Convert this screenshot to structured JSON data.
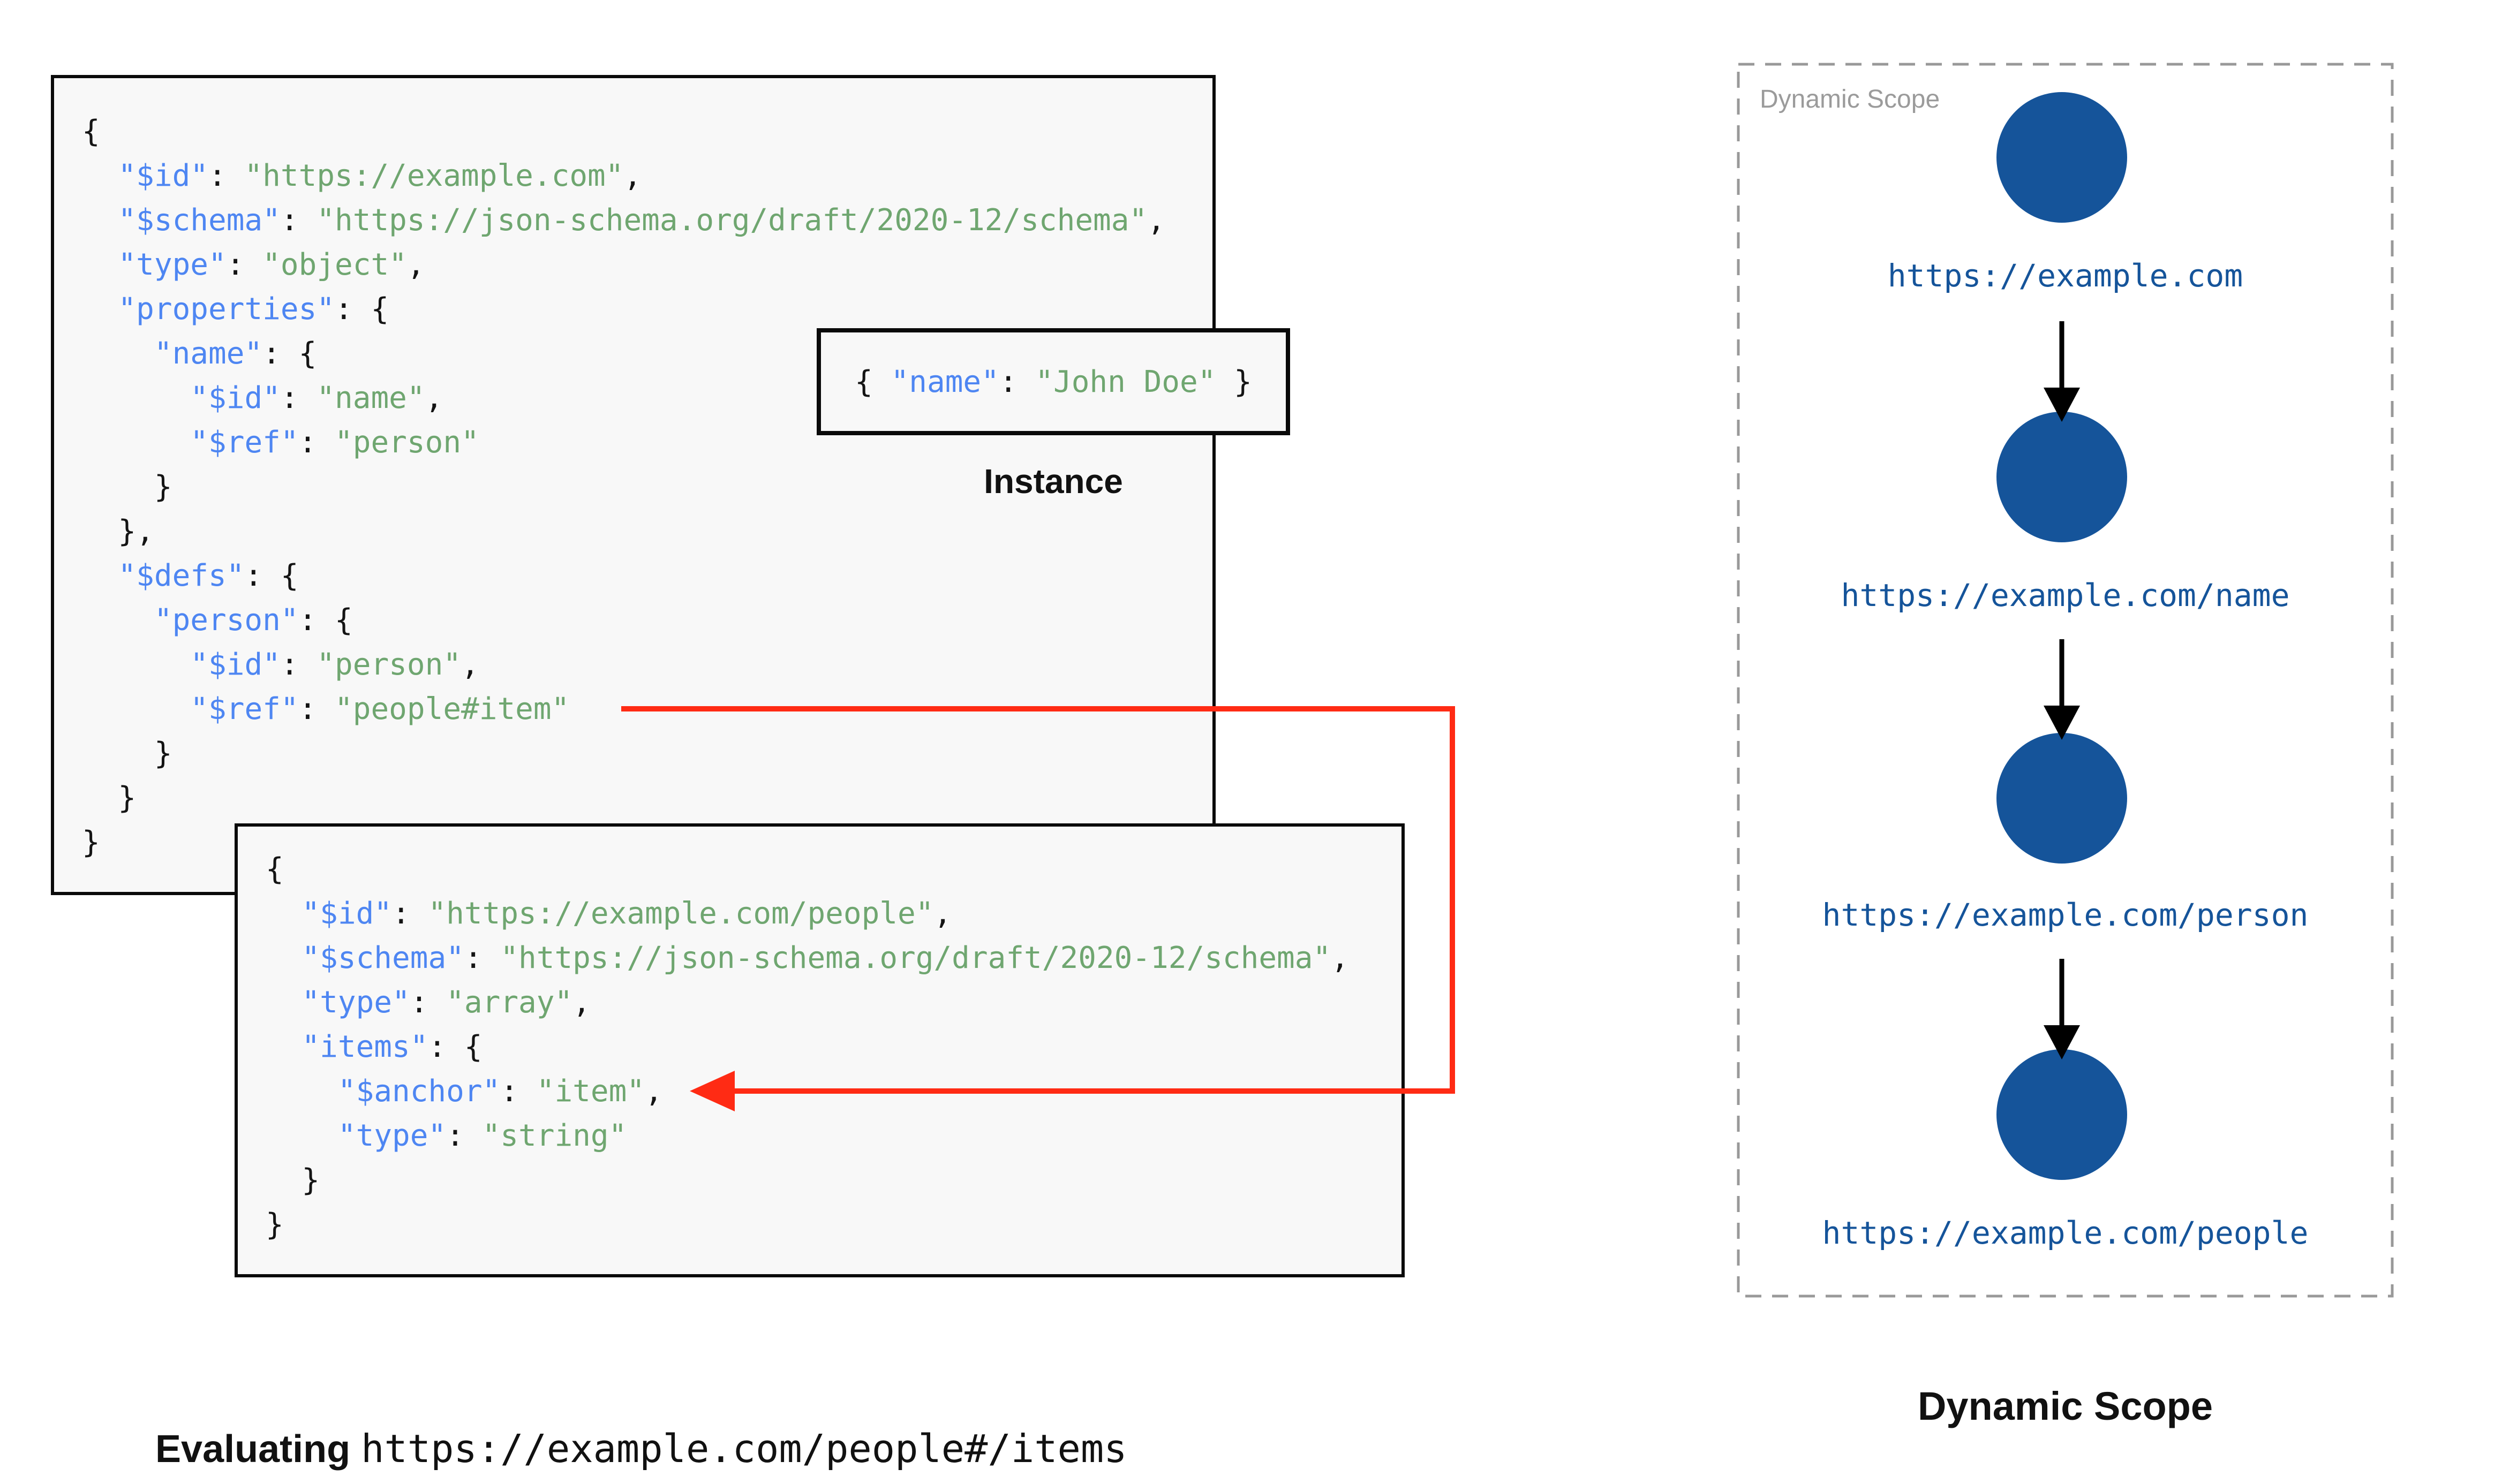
{
  "colors": {
    "box_bg": "#f8f8f8",
    "border": "#0a0a0a",
    "key": "#4e86f2",
    "string": "#6fa670",
    "punct": "#141414",
    "url": "#15549a",
    "circle": "#15549a",
    "red": "#ff2b14",
    "muted": "#9b9b9b"
  },
  "schema_box": {
    "lines": [
      [
        [
          "p",
          "{"
        ]
      ],
      [
        [
          "p",
          "  "
        ],
        [
          "k",
          "\"$id\""
        ],
        [
          "p",
          ": "
        ],
        [
          "s",
          "\"https://example.com\""
        ],
        [
          "p",
          ","
        ]
      ],
      [
        [
          "p",
          "  "
        ],
        [
          "k",
          "\"$schema\""
        ],
        [
          "p",
          ": "
        ],
        [
          "s",
          "\"https://json-schema.org/draft/2020-12/schema\""
        ],
        [
          "p",
          ","
        ]
      ],
      [
        [
          "p",
          "  "
        ],
        [
          "k",
          "\"type\""
        ],
        [
          "p",
          ": "
        ],
        [
          "s",
          "\"object\""
        ],
        [
          "p",
          ","
        ]
      ],
      [
        [
          "p",
          "  "
        ],
        [
          "k",
          "\"properties\""
        ],
        [
          "p",
          ": {"
        ]
      ],
      [
        [
          "p",
          "    "
        ],
        [
          "k",
          "\"name\""
        ],
        [
          "p",
          ": {"
        ]
      ],
      [
        [
          "p",
          "      "
        ],
        [
          "k",
          "\"$id\""
        ],
        [
          "p",
          ": "
        ],
        [
          "s",
          "\"name\""
        ],
        [
          "p",
          ","
        ]
      ],
      [
        [
          "p",
          "      "
        ],
        [
          "k",
          "\"$ref\""
        ],
        [
          "p",
          ": "
        ],
        [
          "s",
          "\"person\""
        ]
      ],
      [
        [
          "p",
          "    }"
        ]
      ],
      [
        [
          "p",
          "  },"
        ]
      ],
      [
        [
          "p",
          "  "
        ],
        [
          "k",
          "\"$defs\""
        ],
        [
          "p",
          ": {"
        ]
      ],
      [
        [
          "p",
          "    "
        ],
        [
          "k",
          "\"person\""
        ],
        [
          "p",
          ": {"
        ]
      ],
      [
        [
          "p",
          "      "
        ],
        [
          "k",
          "\"$id\""
        ],
        [
          "p",
          ": "
        ],
        [
          "s",
          "\"person\""
        ],
        [
          "p",
          ","
        ]
      ],
      [
        [
          "p",
          "      "
        ],
        [
          "k",
          "\"$ref\""
        ],
        [
          "p",
          ": "
        ],
        [
          "s",
          "\"people#item\""
        ]
      ],
      [
        [
          "p",
          "    }"
        ]
      ],
      [
        [
          "p",
          "  }"
        ]
      ],
      [
        [
          "p",
          "}"
        ]
      ]
    ]
  },
  "people_box": {
    "lines": [
      [
        [
          "p",
          "{"
        ]
      ],
      [
        [
          "p",
          "  "
        ],
        [
          "k",
          "\"$id\""
        ],
        [
          "p",
          ": "
        ],
        [
          "s",
          "\"https://example.com/people\""
        ],
        [
          "p",
          ","
        ]
      ],
      [
        [
          "p",
          "  "
        ],
        [
          "k",
          "\"$schema\""
        ],
        [
          "p",
          ": "
        ],
        [
          "s",
          "\"https://json-schema.org/draft/2020-12/schema\""
        ],
        [
          "p",
          ","
        ]
      ],
      [
        [
          "p",
          "  "
        ],
        [
          "k",
          "\"type\""
        ],
        [
          "p",
          ": "
        ],
        [
          "s",
          "\"array\""
        ],
        [
          "p",
          ","
        ]
      ],
      [
        [
          "p",
          "  "
        ],
        [
          "k",
          "\"items\""
        ],
        [
          "p",
          ": {"
        ]
      ],
      [
        [
          "p",
          "    "
        ],
        [
          "k",
          "\"$anchor\""
        ],
        [
          "p",
          ": "
        ],
        [
          "s",
          "\"item\""
        ],
        [
          "p",
          ","
        ]
      ],
      [
        [
          "p",
          "    "
        ],
        [
          "k",
          "\"type\""
        ],
        [
          "p",
          ": "
        ],
        [
          "s",
          "\"string\""
        ]
      ],
      [
        [
          "p",
          "  }"
        ]
      ],
      [
        [
          "p",
          "}"
        ]
      ]
    ]
  },
  "instance_box": {
    "label": "Instance",
    "lines": [
      [
        [
          "p",
          "{ "
        ],
        [
          "k",
          "\"name\""
        ],
        [
          "p",
          ": "
        ],
        [
          "s",
          "\"John Doe\""
        ],
        [
          "p",
          " }"
        ]
      ]
    ]
  },
  "scope_panel": {
    "label": "Dynamic Scope",
    "nodes": [
      {
        "url": "https://example.com"
      },
      {
        "url": "https://example.com/name"
      },
      {
        "url": "https://example.com/person"
      },
      {
        "url": "https://example.com/people"
      }
    ]
  },
  "captions": {
    "evaluating_prefix": "Evaluating ",
    "evaluating_url": "https://example.com/people#/items",
    "scope_title": "Dynamic Scope"
  }
}
